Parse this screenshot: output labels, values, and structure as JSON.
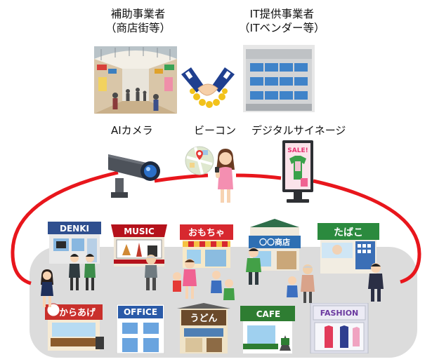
{
  "labels": {
    "subsidized_line1": "補助事業者",
    "subsidized_line2": "（商店街等）",
    "it_line1": "IT提供事業者",
    "it_line2": "（ITベンダー等）",
    "ai_camera": "AIカメラ",
    "beacon": "ビーコン",
    "signage": "デジタルサイネージ"
  },
  "shops": {
    "denki": "DENKI",
    "music": "MUSIC",
    "omocha": "おもちゃ",
    "shoten": "〇〇商店",
    "tabako": "たばこ",
    "karaage": "からあげ",
    "office": "OFFICE",
    "udon": "うどん",
    "cafe": "CAFE",
    "fashion": "FASHION"
  },
  "signage_screen": "SALE!",
  "colors": {
    "ring": "#e8161c",
    "platform": "#dcdcdc",
    "denki_sign": "#2f4f8f",
    "music_sign": "#b5121b",
    "omocha_sign": "#d7282f",
    "shoten_sign": "#2e6fb3",
    "tabako_sign": "#2b8a3e",
    "karaage_sign": "#c9302c",
    "office_sign": "#2a5aa8",
    "udon_sign": "#6b4a2b",
    "cafe_sign": "#2e7d32",
    "fashion_sign": "#e4e4ef"
  }
}
